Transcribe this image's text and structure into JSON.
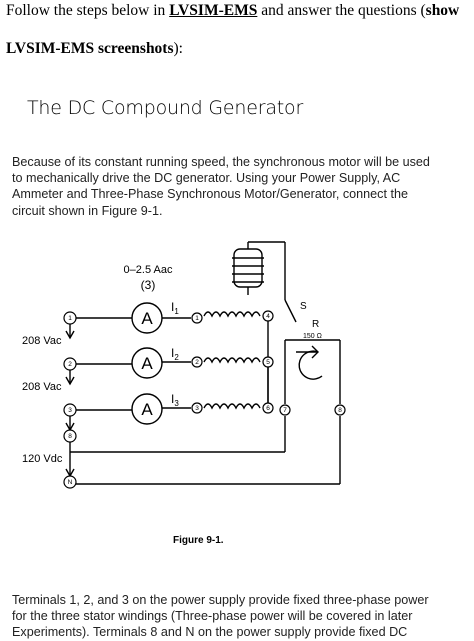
{
  "intro": {
    "line1_prefix": "Follow the steps below in ",
    "line1_link": "LVSIM-EMS",
    "line1_suffix": " and answer the questions (",
    "line1_bold": "show",
    "line2_bold": "LVSIM-EMS screenshots",
    "line2_suffix": "):"
  },
  "title": "The DC Compound Generator",
  "paragraph1": [
    "Because of its constant running speed, the synchronous motor will be used",
    "to mechanically drive the DC generator. Using your Power Supply, AC",
    "Ammeter and Three-Phase Synchronous Motor/Generator, connect the",
    "circuit shown in Figure 9-1."
  ],
  "figure": {
    "range_label": "0–2.5 Aac",
    "count_label": "(3)",
    "ammeter_symbol": "A",
    "currents": [
      "I",
      "I",
      "I"
    ],
    "current_subscripts": [
      "1",
      "2",
      "3"
    ],
    "voltage_labels": [
      "208 Vac",
      "208 Vac",
      "120 Vdc"
    ],
    "terminals": [
      "1",
      "2",
      "3",
      "8",
      "N"
    ],
    "motor_terminals": [
      "1",
      "2",
      "3",
      "4",
      "5",
      "6",
      "7",
      "8"
    ],
    "switch_label": "S",
    "rheostat_label": "R",
    "rheostat_value": "150 Ω",
    "caption": "Figure 9-1."
  },
  "paragraph2": [
    "Terminals 1, 2, and 3 on the power supply provide fixed three-phase power",
    "for the three stator windings (Three-phase power will be covered in later",
    "Experiments). Terminals 8 and N on the power supply provide fixed DC"
  ]
}
